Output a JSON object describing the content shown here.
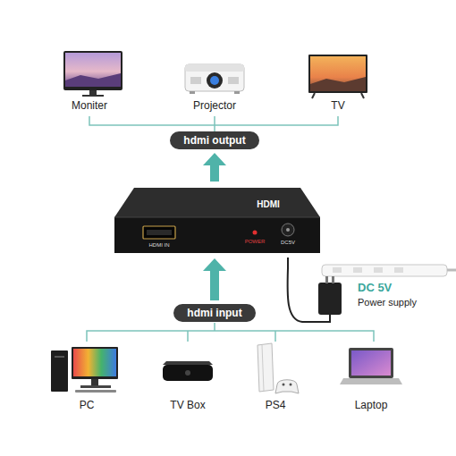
{
  "diagram": {
    "nodes": [
      {
        "text": [
          "hdmi output"
        ]
      },
      {
        "text": [
          "HDMI",
          "HDMI IN",
          "POWER",
          "DC5V"
        ]
      },
      {
        "text": [
          "hdmi input"
        ]
      }
    ],
    "edges": [
      {
        "from": 2,
        "to": 1,
        "arrow": "to"
      },
      {
        "from": 1,
        "to": 0,
        "arrow": "to"
      }
    ],
    "labels": [
      "Moniter",
      "Projector",
      "TV",
      "DC 5V",
      "Power supply",
      "PC",
      "TV Box",
      "PS4",
      "Laptop"
    ]
  }
}
